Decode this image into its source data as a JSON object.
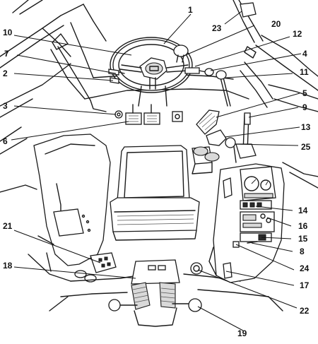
{
  "callouts": [
    {
      "id": "1",
      "label": "1"
    },
    {
      "id": "2",
      "label": "2"
    },
    {
      "id": "3",
      "label": "3"
    },
    {
      "id": "4",
      "label": "4"
    },
    {
      "id": "5",
      "label": "5"
    },
    {
      "id": "6",
      "label": "6"
    },
    {
      "id": "7",
      "label": "7"
    },
    {
      "id": "8",
      "label": "8"
    },
    {
      "id": "9",
      "label": "9"
    },
    {
      "id": "10",
      "label": "10"
    },
    {
      "id": "11",
      "label": "11"
    },
    {
      "id": "12",
      "label": "12"
    },
    {
      "id": "13",
      "label": "13"
    },
    {
      "id": "14",
      "label": "14"
    },
    {
      "id": "15",
      "label": "15"
    },
    {
      "id": "16",
      "label": "16"
    },
    {
      "id": "17",
      "label": "17"
    },
    {
      "id": "18",
      "label": "18"
    },
    {
      "id": "19",
      "label": "19"
    },
    {
      "id": "20",
      "label": "20"
    },
    {
      "id": "21",
      "label": "21"
    },
    {
      "id": "22",
      "label": "22"
    },
    {
      "id": "23",
      "label": "23"
    },
    {
      "id": "24",
      "label": "24"
    },
    {
      "id": "25",
      "label": "25"
    }
  ],
  "colors": {
    "line": "#1a1a1a",
    "background": "#ffffff",
    "shade": "#d9d9d9",
    "dark": "#6b6b6b"
  }
}
